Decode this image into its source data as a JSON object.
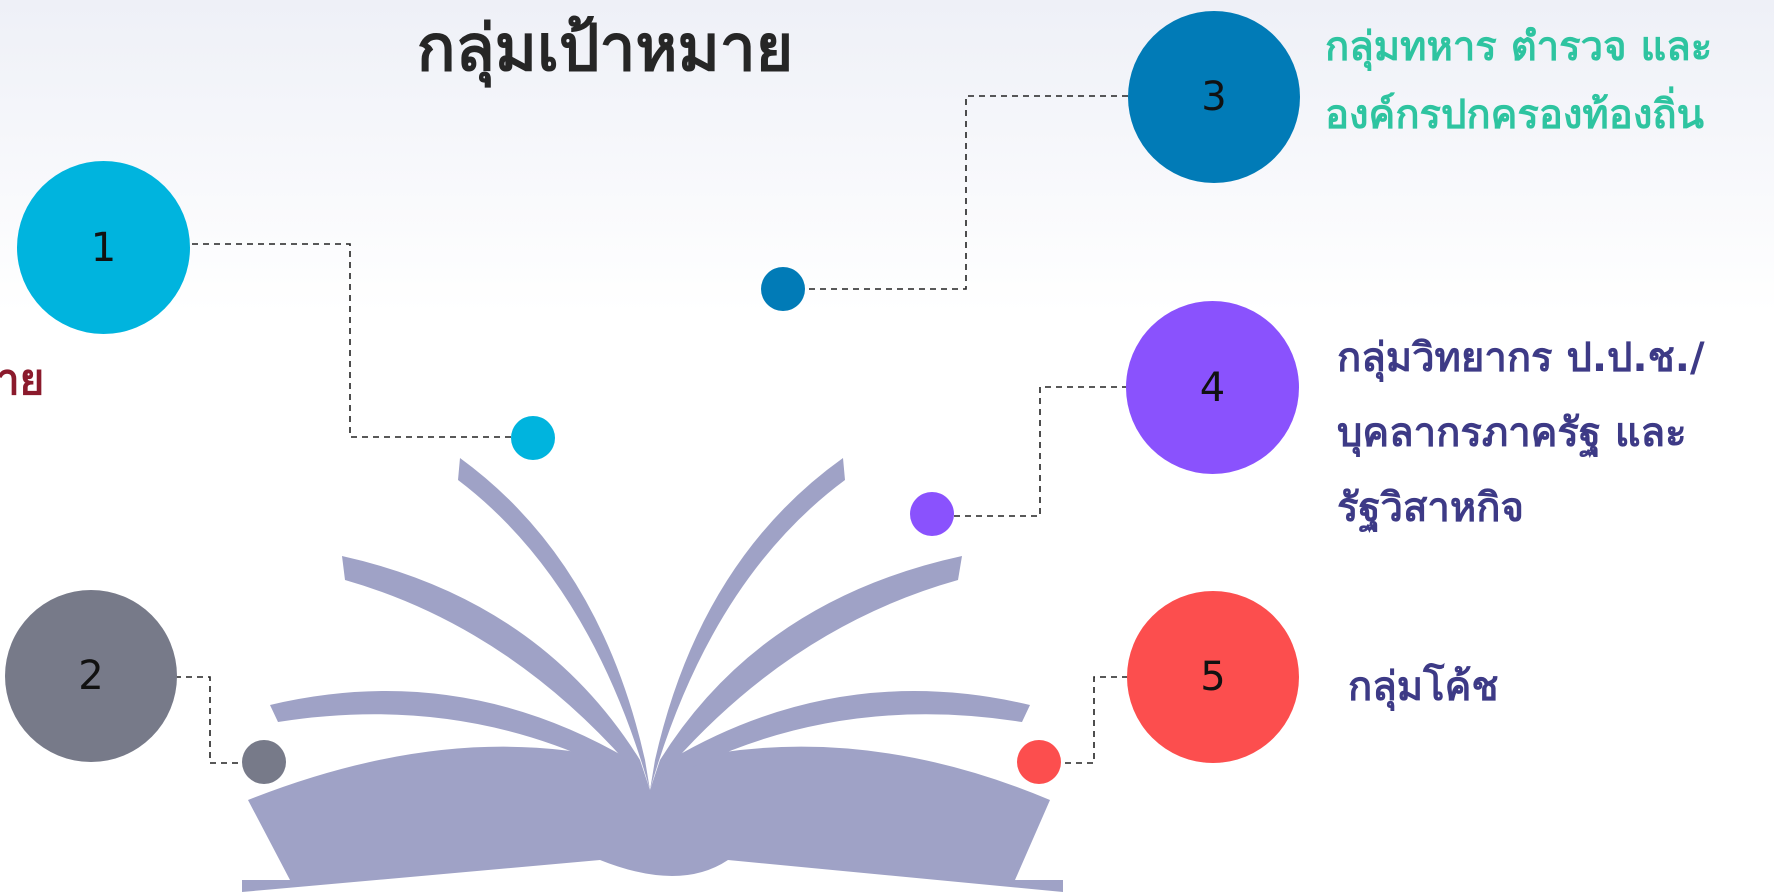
{
  "title": "กลุ่มเป้าหมาย",
  "colors": {
    "node1": "#00b4de",
    "node2": "#777a89",
    "node3": "#017bb7",
    "node4": "#8a52fd",
    "node5": "#fc4e4e",
    "book": "#9fa2c6"
  },
  "nodes": [
    {
      "number": "1",
      "label": "าย",
      "label_color": "#8b1a2c"
    },
    {
      "number": "2",
      "label": "",
      "label_color": "#333333"
    },
    {
      "number": "3",
      "label_lines": [
        "กลุ่มทหาร ตำรวจ และ",
        "องค์กรปกครองท้องถิ่น"
      ],
      "label_color": "#2ec4a0"
    },
    {
      "number": "4",
      "label_lines": [
        "กลุ่มวิทยากร ป.ป.ช./",
        "บุคลากรภาครัฐ และ",
        "รัฐวิสาหกิจ"
      ],
      "label_color": "#3d3a86"
    },
    {
      "number": "5",
      "label": "กลุ่มโค้ช",
      "label_color": "#3d3a86"
    }
  ],
  "icons": [
    "open-book-icon"
  ]
}
